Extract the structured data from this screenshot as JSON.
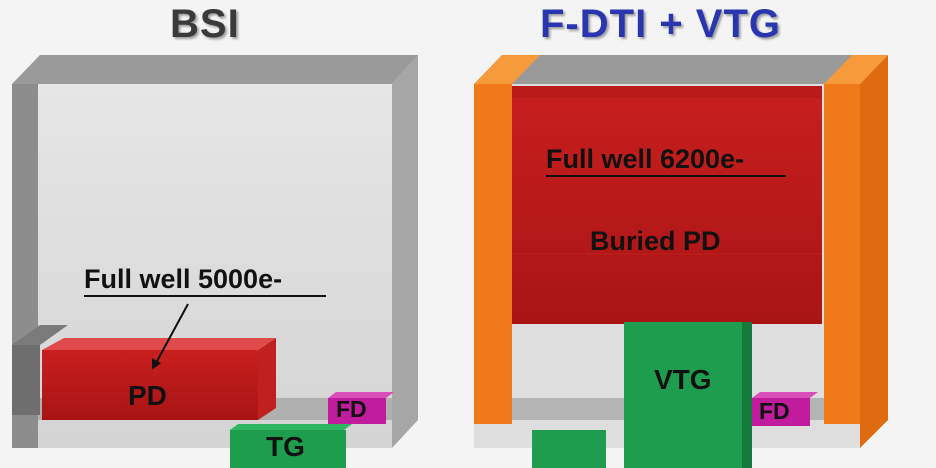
{
  "titles": {
    "left": "BSI",
    "right": "F-DTI + VTG"
  },
  "left_panel": {
    "callout": "Full well 5000e-",
    "pd": "PD",
    "fd": "FD",
    "tg": "TG"
  },
  "right_panel": {
    "full_well": "Full well 6200e-",
    "buried_pd": "Buried PD",
    "vtg": "VTG",
    "fd": "FD"
  },
  "colors": {
    "title_left": "#3a3a3a",
    "title_right": "#2a35b0",
    "pd_red": "#d42a2a",
    "gate_green": "#1f9d4e",
    "fd_magenta": "#c21c9e",
    "dti_orange": "#f07a1a",
    "wall_gray": "#8d8d8d",
    "box_face": "#e0e0e0"
  }
}
